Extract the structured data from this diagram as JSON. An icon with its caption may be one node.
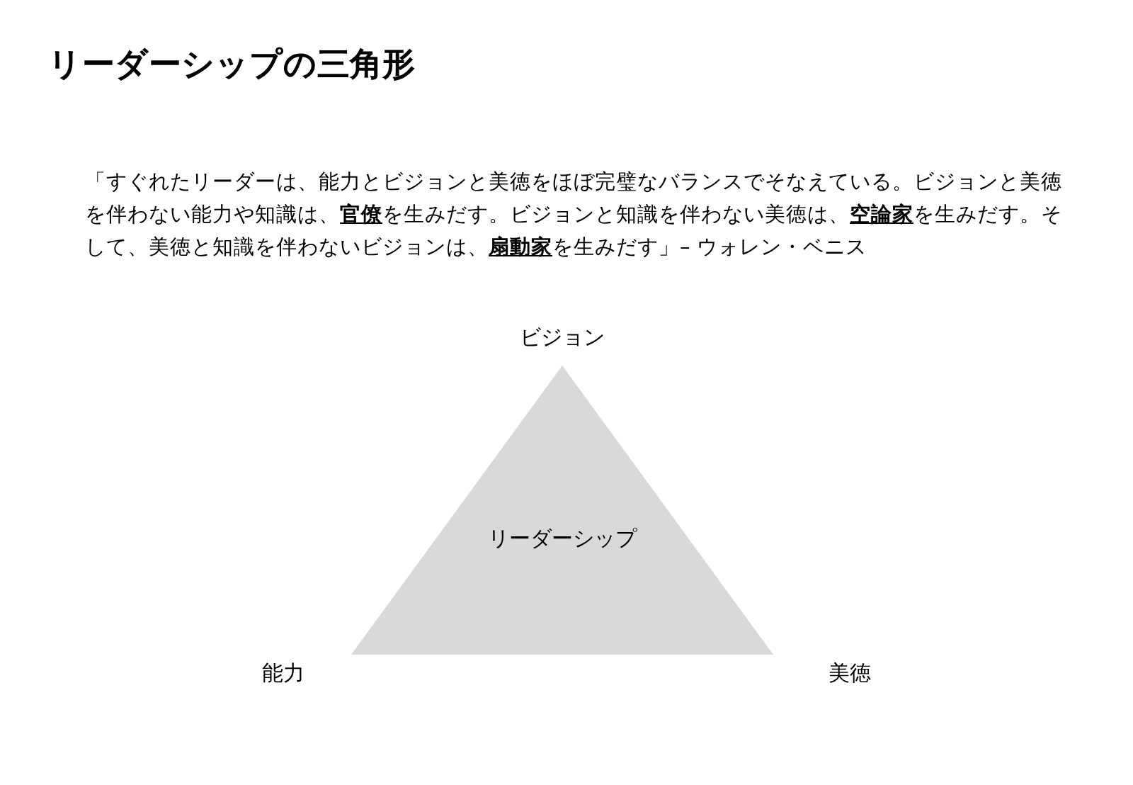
{
  "diagram": {
    "title": "リーダーシップの三角形",
    "nodes": [
      {
        "text": [
          "リーダーシップ"
        ]
      }
    ],
    "labels": [
      "「すぐれたリーダーは、能力とビジョンと美徳をほぼ完璧なバランスでそなえている。ビジョンと美徳を伴わない能力や知識は、**官僚**を生みだす。ビジョンと知識を伴わない美徳は、**空論家**を生みだす。そして、美徳と知識を伴わないビジョンは、**扇動家**を生みだす」– ウォレン・ベニス",
      "ビジョン",
      "能力",
      "美徳"
    ]
  }
}
